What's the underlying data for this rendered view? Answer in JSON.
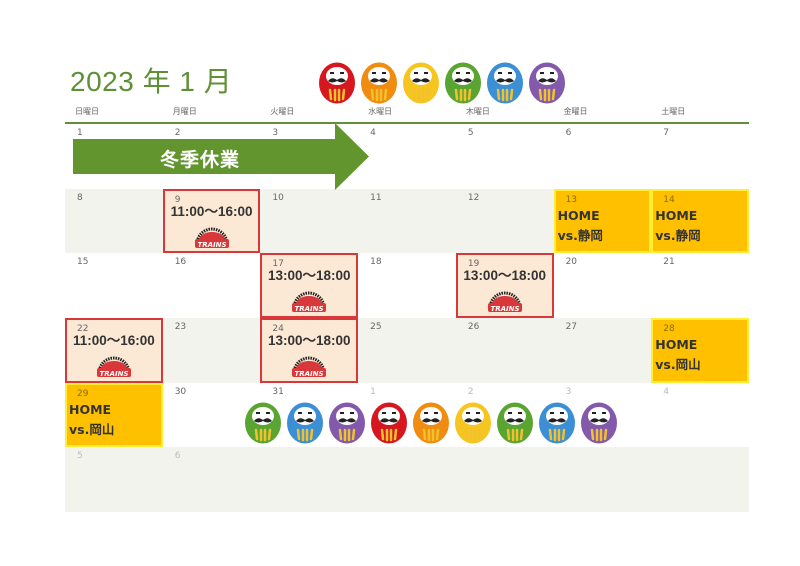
{
  "title": "2023 年 1 月",
  "weekdays": [
    "日曜日",
    "月曜日",
    "火曜日",
    "水曜日",
    "木曜日",
    "金曜日",
    "土曜日"
  ],
  "banner": {
    "label": "冬季休業",
    "color": "#63952f"
  },
  "logo_text": "TRAINS",
  "colors": {
    "accent": "#5f8f36",
    "practice_border": "#d9383a",
    "practice_bg": "#fbe8d5",
    "home_bg": "#ffc000"
  },
  "daruma_top": [
    "#d7171f",
    "#f08c0f",
    "#f7c520",
    "#5aa532",
    "#3c8fd4",
    "#8259ab"
  ],
  "daruma_bottom": [
    "#5aa532",
    "#3c8fd4",
    "#8259ab",
    "#d7171f",
    "#f08c0f",
    "#f7c520",
    "#5aa532",
    "#3c8fd4",
    "#8259ab"
  ],
  "cells": [
    {
      "day": "1"
    },
    {
      "day": "2"
    },
    {
      "day": "3"
    },
    {
      "day": "4"
    },
    {
      "day": "5"
    },
    {
      "day": "6"
    },
    {
      "day": "7"
    },
    {
      "day": "8"
    },
    {
      "day": "9",
      "practice": "11:00〜16:00"
    },
    {
      "day": "10"
    },
    {
      "day": "11"
    },
    {
      "day": "12"
    },
    {
      "day": "13",
      "home": [
        "HOME",
        "vs.静岡"
      ]
    },
    {
      "day": "14",
      "home": [
        "HOME",
        "vs.静岡"
      ]
    },
    {
      "day": "15"
    },
    {
      "day": "16"
    },
    {
      "day": "17",
      "practice": "13:00〜18:00"
    },
    {
      "day": "18"
    },
    {
      "day": "19",
      "practice": "13:00〜18:00"
    },
    {
      "day": "20"
    },
    {
      "day": "21"
    },
    {
      "day": "22",
      "practice": "11:00〜16:00"
    },
    {
      "day": "23"
    },
    {
      "day": "24",
      "practice": "13:00〜18:00"
    },
    {
      "day": "25"
    },
    {
      "day": "26"
    },
    {
      "day": "27"
    },
    {
      "day": "28",
      "home": [
        "HOME",
        "vs.岡山"
      ]
    },
    {
      "day": "29",
      "home": [
        "HOME",
        "vs.岡山"
      ]
    },
    {
      "day": "30"
    },
    {
      "day": "31"
    },
    {
      "day": "1",
      "muted": true
    },
    {
      "day": "2",
      "muted": true
    },
    {
      "day": "3",
      "muted": true
    },
    {
      "day": "4",
      "muted": true
    },
    {
      "day": "5",
      "muted": true
    },
    {
      "day": "6",
      "muted": true
    },
    {
      "day": "",
      "muted": true
    },
    {
      "day": "",
      "muted": true
    },
    {
      "day": "",
      "muted": true
    },
    {
      "day": "",
      "muted": true
    },
    {
      "day": "",
      "muted": true
    }
  ]
}
